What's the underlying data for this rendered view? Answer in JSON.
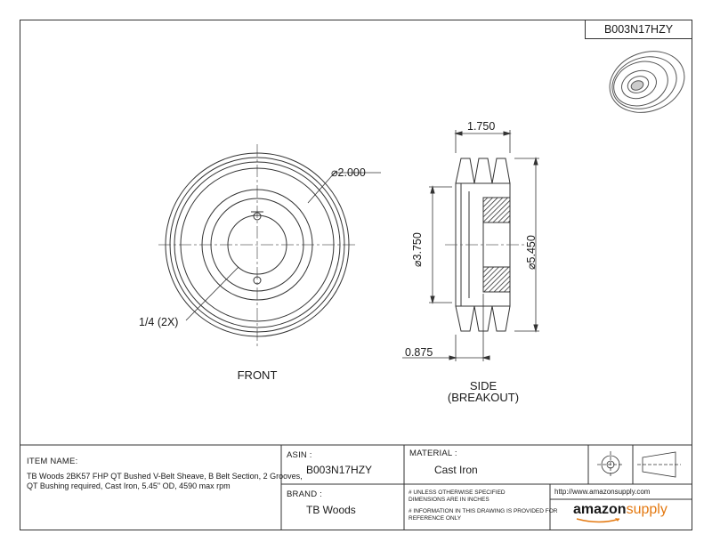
{
  "part_number": "B003N17HZY",
  "views": {
    "front_label": "FRONT",
    "side_label": "SIDE",
    "side_sublabel": "(BREAKOUT)"
  },
  "dimensions": {
    "front_diameter": "2.000",
    "keyway": "1/4 (2X)",
    "width": "1.750",
    "pitch_diameter": "3.750",
    "outside_diameter": "5.450",
    "hub_offset": "0.875",
    "diameter_symbol": "⌀"
  },
  "title_block": {
    "item_name_heading": "ITEM NAME:",
    "item_name_line1": "TB Woods 2BK57 FHP QT Bushed V-Belt Sheave, B Belt Section, 2 Grooves,",
    "item_name_line2": "QT Bushing required, Cast Iron, 5.45\" OD, 4590 max rpm",
    "asin_heading": "ASIN :",
    "asin_value": "B003N17HZY",
    "material_heading": "MATERIAL :",
    "material_value": "Cast Iron",
    "brand_heading": "BRAND :",
    "brand_value": "TB Woods",
    "note1_line1": "# UNLESS OTHERWISE SPECIFIED",
    "note1_line2": "DIMENSIONS ARE IN INCHES",
    "note2_line1": "# INFORMATION IN THIS DRAWING IS PROVIDED FOR",
    "note2_line2": "REFERENCE ONLY",
    "url": "http://www.amazonsupply.com",
    "logo_main": "amazon",
    "logo_accent": "supply"
  },
  "colors": {
    "line": "#333333",
    "logo_accent": "#e47911"
  }
}
